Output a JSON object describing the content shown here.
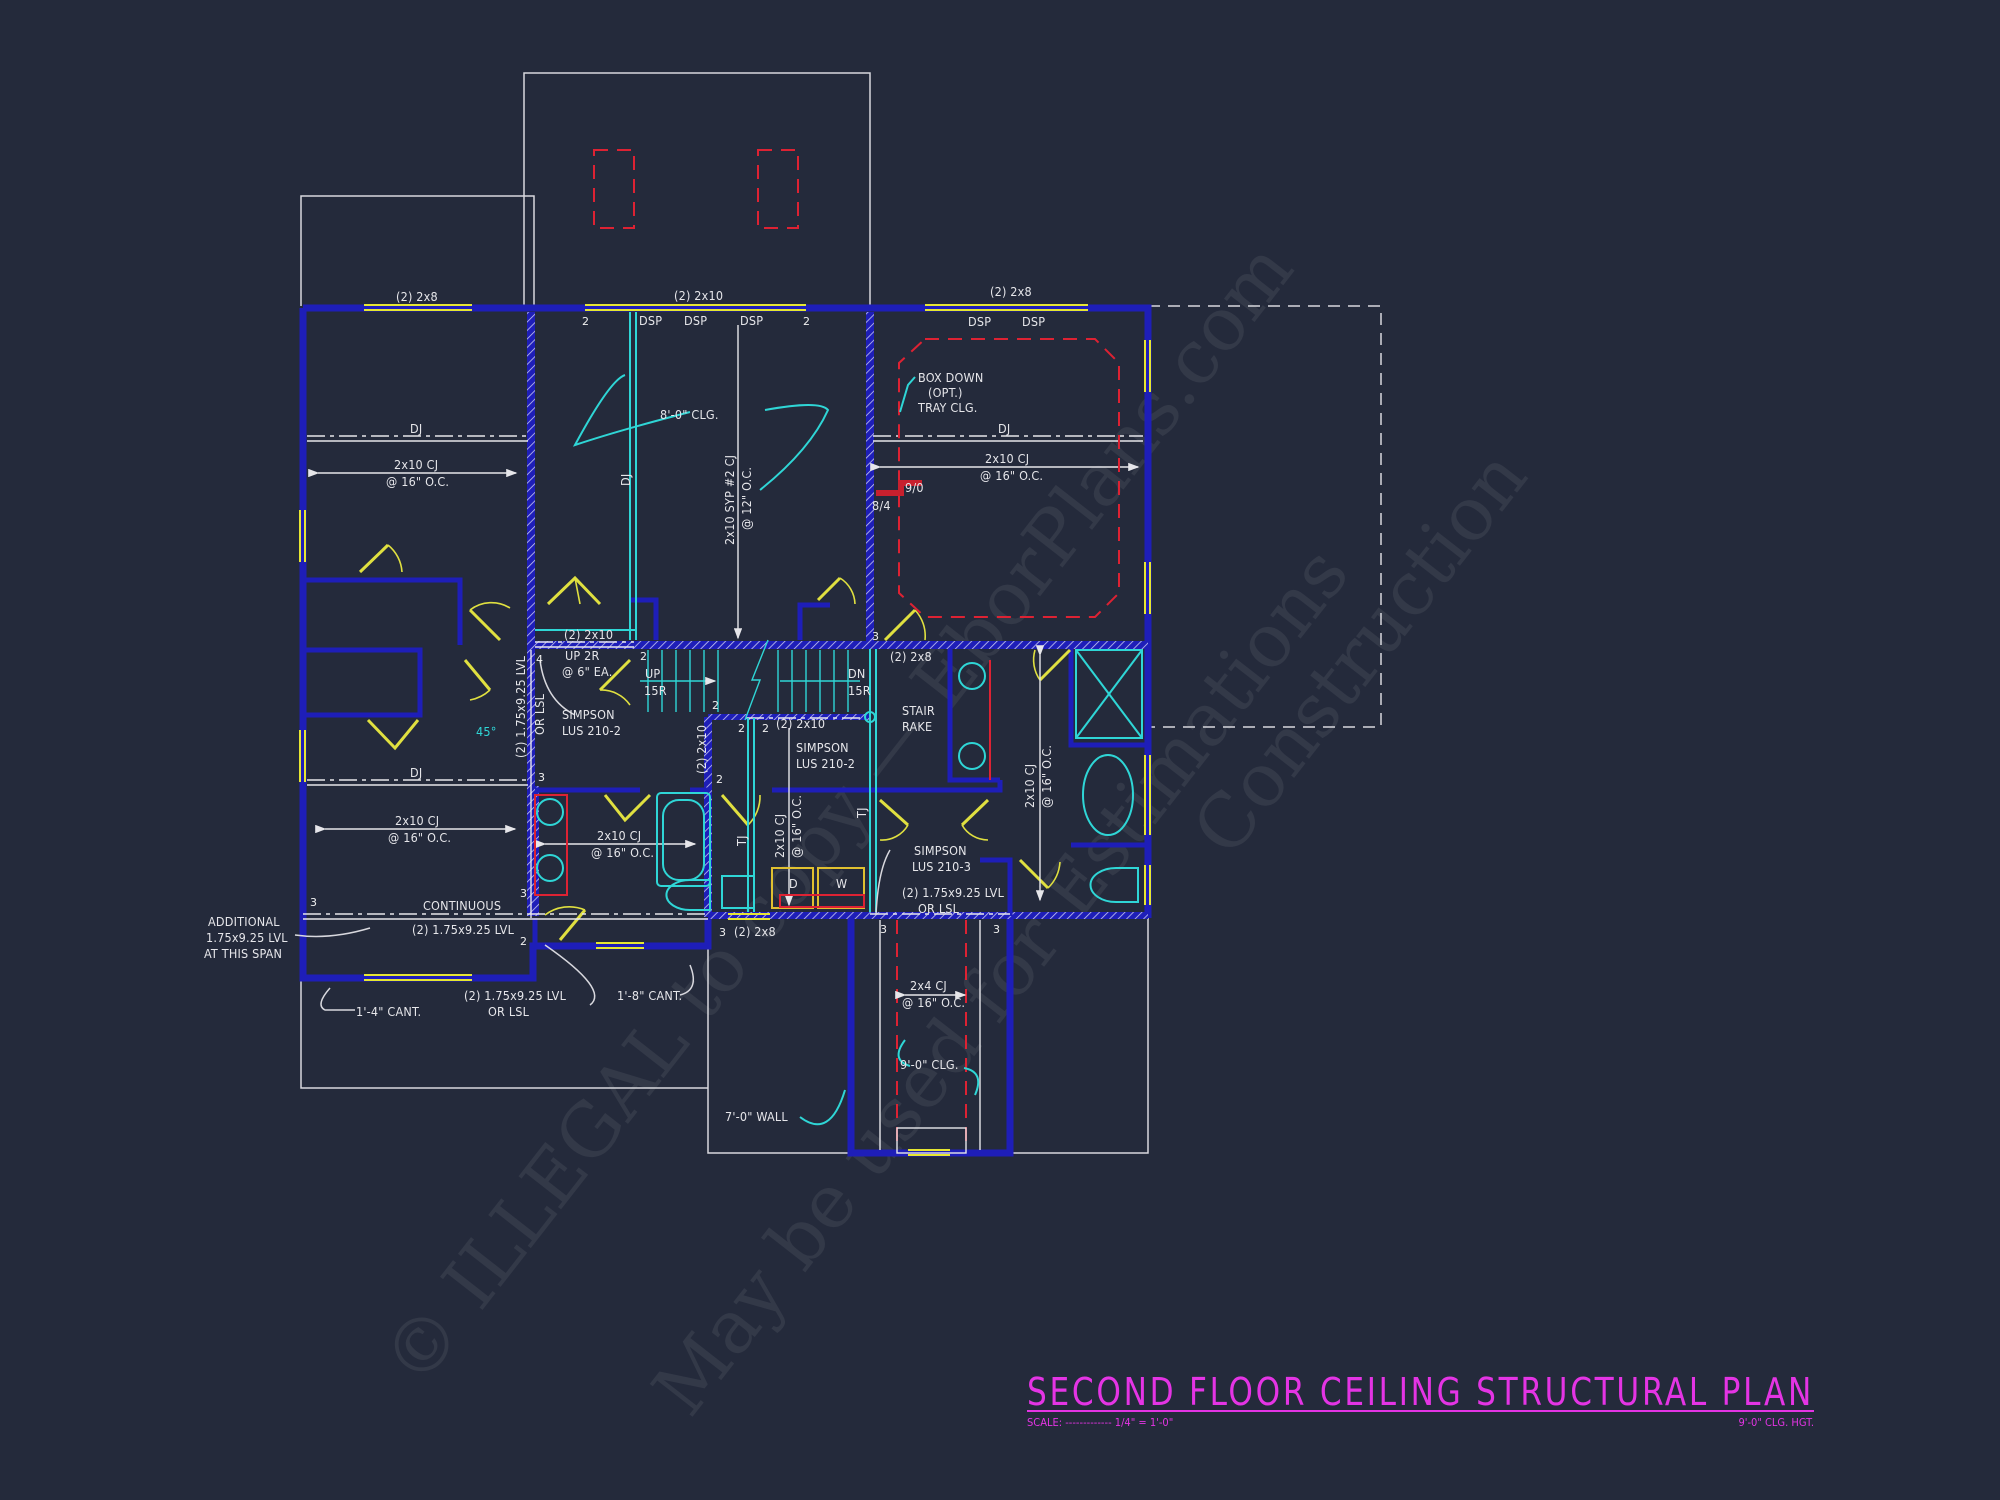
{
  "title": {
    "main": "SECOND FLOOR CEILING STRUCTURAL PLAN",
    "scale": "SCALE: ------------- 1/4\" = 1'-0\"",
    "ceiling_height": "9'-0\" CLG. HGT."
  },
  "watermark": [
    "© ILLEGAL to copy — EborPlans.com",
    "Construction",
    "May be used for Estimations"
  ],
  "colors": {
    "background": "#242a3b",
    "walls": "#1e1eb8",
    "windows": "#e6e632",
    "fixtures": "#2fd6d6",
    "tray_ceiling": "#dd2233",
    "title": "#e434e4",
    "linework": "#e6e6ea"
  },
  "headers": {
    "top_left_window": "(2) 2x8",
    "top_center_window": "(2) 2x10",
    "top_right_window": "(2) 2x8",
    "stair_top": "(2) 2x10",
    "closet_right": "(2) 2x8",
    "stair_bottom": "(2) 2x10",
    "bath_bottom": "(2) 2x8",
    "hall_vertical": "(2) 2x10"
  },
  "dsp": [
    "DSP",
    "DSP",
    "DSP",
    "DSP",
    "DSP"
  ],
  "notes": {
    "tray_1": "BOX DOWN",
    "tray_2": "(OPT.)",
    "tray_3": "TRAY CLG.",
    "dj": "DJ",
    "cj_2x10": "2x10 CJ",
    "oc_16": "@ 16\" O.C.",
    "clg_8": "8'-0\" CLG.",
    "syp_cj": "2x10 SYP #2 CJ",
    "oc_12": "@ 12\" O.C.",
    "tag_9_0": "9/0",
    "tag_8_4": "8/4",
    "up_2r": "UP 2R",
    "six_ea": "@ 6\" EA.",
    "up": "UP",
    "dn": "DN",
    "risers": "15R",
    "stair_rake_1": "STAIR",
    "stair_rake_2": "RAKE",
    "simpson": "SIMPSON",
    "lus_210_2": "LUS 210-2",
    "lus_210_3": "LUS 210-3",
    "lvl_2": "(2) 1.75x9.25 LVL",
    "or_lsl": "OR LSL",
    "angle": "45°",
    "tj": "TJ",
    "dryer": "D",
    "washer": "W",
    "continuous": "CONTINUOUS",
    "additional_1": "ADDITIONAL",
    "additional_2": "1.75x9.25 LVL",
    "additional_3": "AT THIS SPAN",
    "cant_1_4": "1'-4\" CANT.",
    "cant_1_8": "1'-8\" CANT.",
    "cj_2x4": "2x4 CJ",
    "clg_9": "9'-0\" CLG.",
    "wall_7": "7'-0\" WALL"
  },
  "post_marks": {
    "two": "2",
    "three": "3",
    "four": "4"
  }
}
